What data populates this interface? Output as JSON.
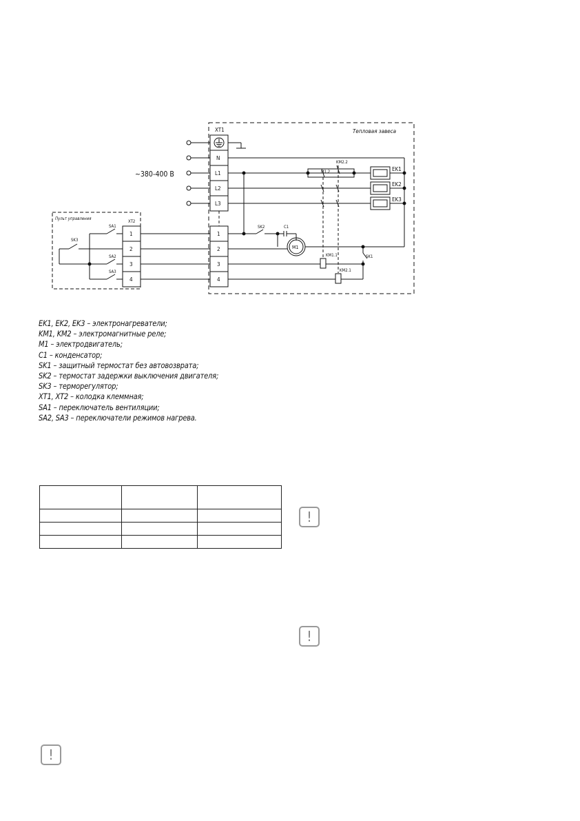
{
  "diagram": {
    "enclosure_label": "Тепловая завеса",
    "supply_label": "~380-400 В",
    "control_panel_label": "Пульт управления",
    "xt1": {
      "name": "XT1",
      "terminals": [
        "N",
        "L1",
        "L2",
        "L3",
        "1",
        "2",
        "3",
        "4"
      ]
    },
    "xt2": {
      "name": "XT2",
      "terminals": [
        "1",
        "2",
        "3",
        "4"
      ]
    },
    "heaters": [
      "EK1",
      "EK2",
      "EK3"
    ],
    "contacts": {
      "km1_2": "M1.2",
      "km2_2": "KM2.2",
      "km1_1": "KM1.1",
      "km2_1": "KM2.1"
    },
    "components": {
      "sk1": "SK1",
      "sk2": "SK2",
      "sk3": "SK3",
      "sa1": "SA1",
      "sa2": "SA2",
      "sa3": "SA3",
      "c1": "C1",
      "m1": "M1"
    }
  },
  "legend": [
    "EK1, EK2, EK3 – электронагреватели;",
    "KM1, KM2 – электромагнитные реле;",
    "M1 – электродвигатель;",
    "C1 – конденсатор;",
    "SK1 – защитный термостат без автовозврата;",
    "SK2 – термостат задержки выключения двигателя;",
    "SK3 – терморегулятор;",
    "XT1, XT2 – колодка клеммная;",
    "SA1 – переключатель вентиляции;",
    "SA2, SA3 – переключатели режимов нагрева."
  ],
  "warning_icon": "exclamation-icon",
  "warning_color": "#999999"
}
